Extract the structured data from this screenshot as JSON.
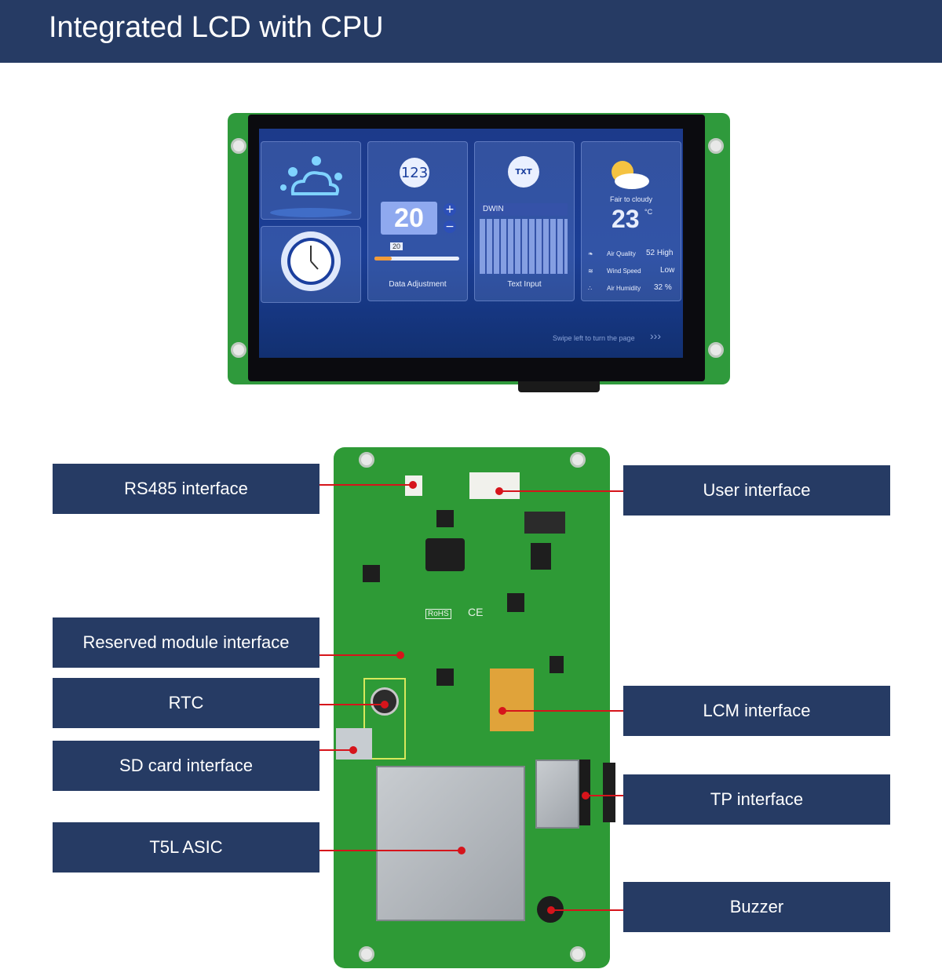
{
  "header": {
    "title": "Integrated LCD with CPU"
  },
  "screen": {
    "counter_icon": "123",
    "counter_value": "20",
    "slider_value": "20",
    "data_adjustment_label": "Data Adjustment",
    "txt_icon": "TXT",
    "text_input_field": "DWIN",
    "text_input_label": "Text Input",
    "weather_desc": "Fair to cloudy",
    "temperature": "23",
    "temperature_unit": "°C",
    "air_quality_label": "Air Quality",
    "air_quality_value": "52 High",
    "wind_speed_label": "Wind Speed",
    "wind_speed_value": "Low",
    "air_humidity_label": "Air Humidity",
    "air_humidity_value": "32 %",
    "swipe_hint": "Swipe left to turn the page"
  },
  "labels": {
    "rs485": "RS485 interface",
    "reserved_module": "Reserved module interface",
    "rtc": "RTC",
    "sd_card": "SD card interface",
    "t5l_asic": "T5L ASIC",
    "user_interface": "User interface",
    "lcm_interface": "LCM interface",
    "tp_interface": "TP interface",
    "buzzer": "Buzzer"
  },
  "pcb_marks": {
    "rohs": "RoHS",
    "ce": "CE"
  },
  "colors": {
    "header_bg": "#263b64",
    "pcb_green": "#2e9a36",
    "callout_line": "#d6141b"
  }
}
